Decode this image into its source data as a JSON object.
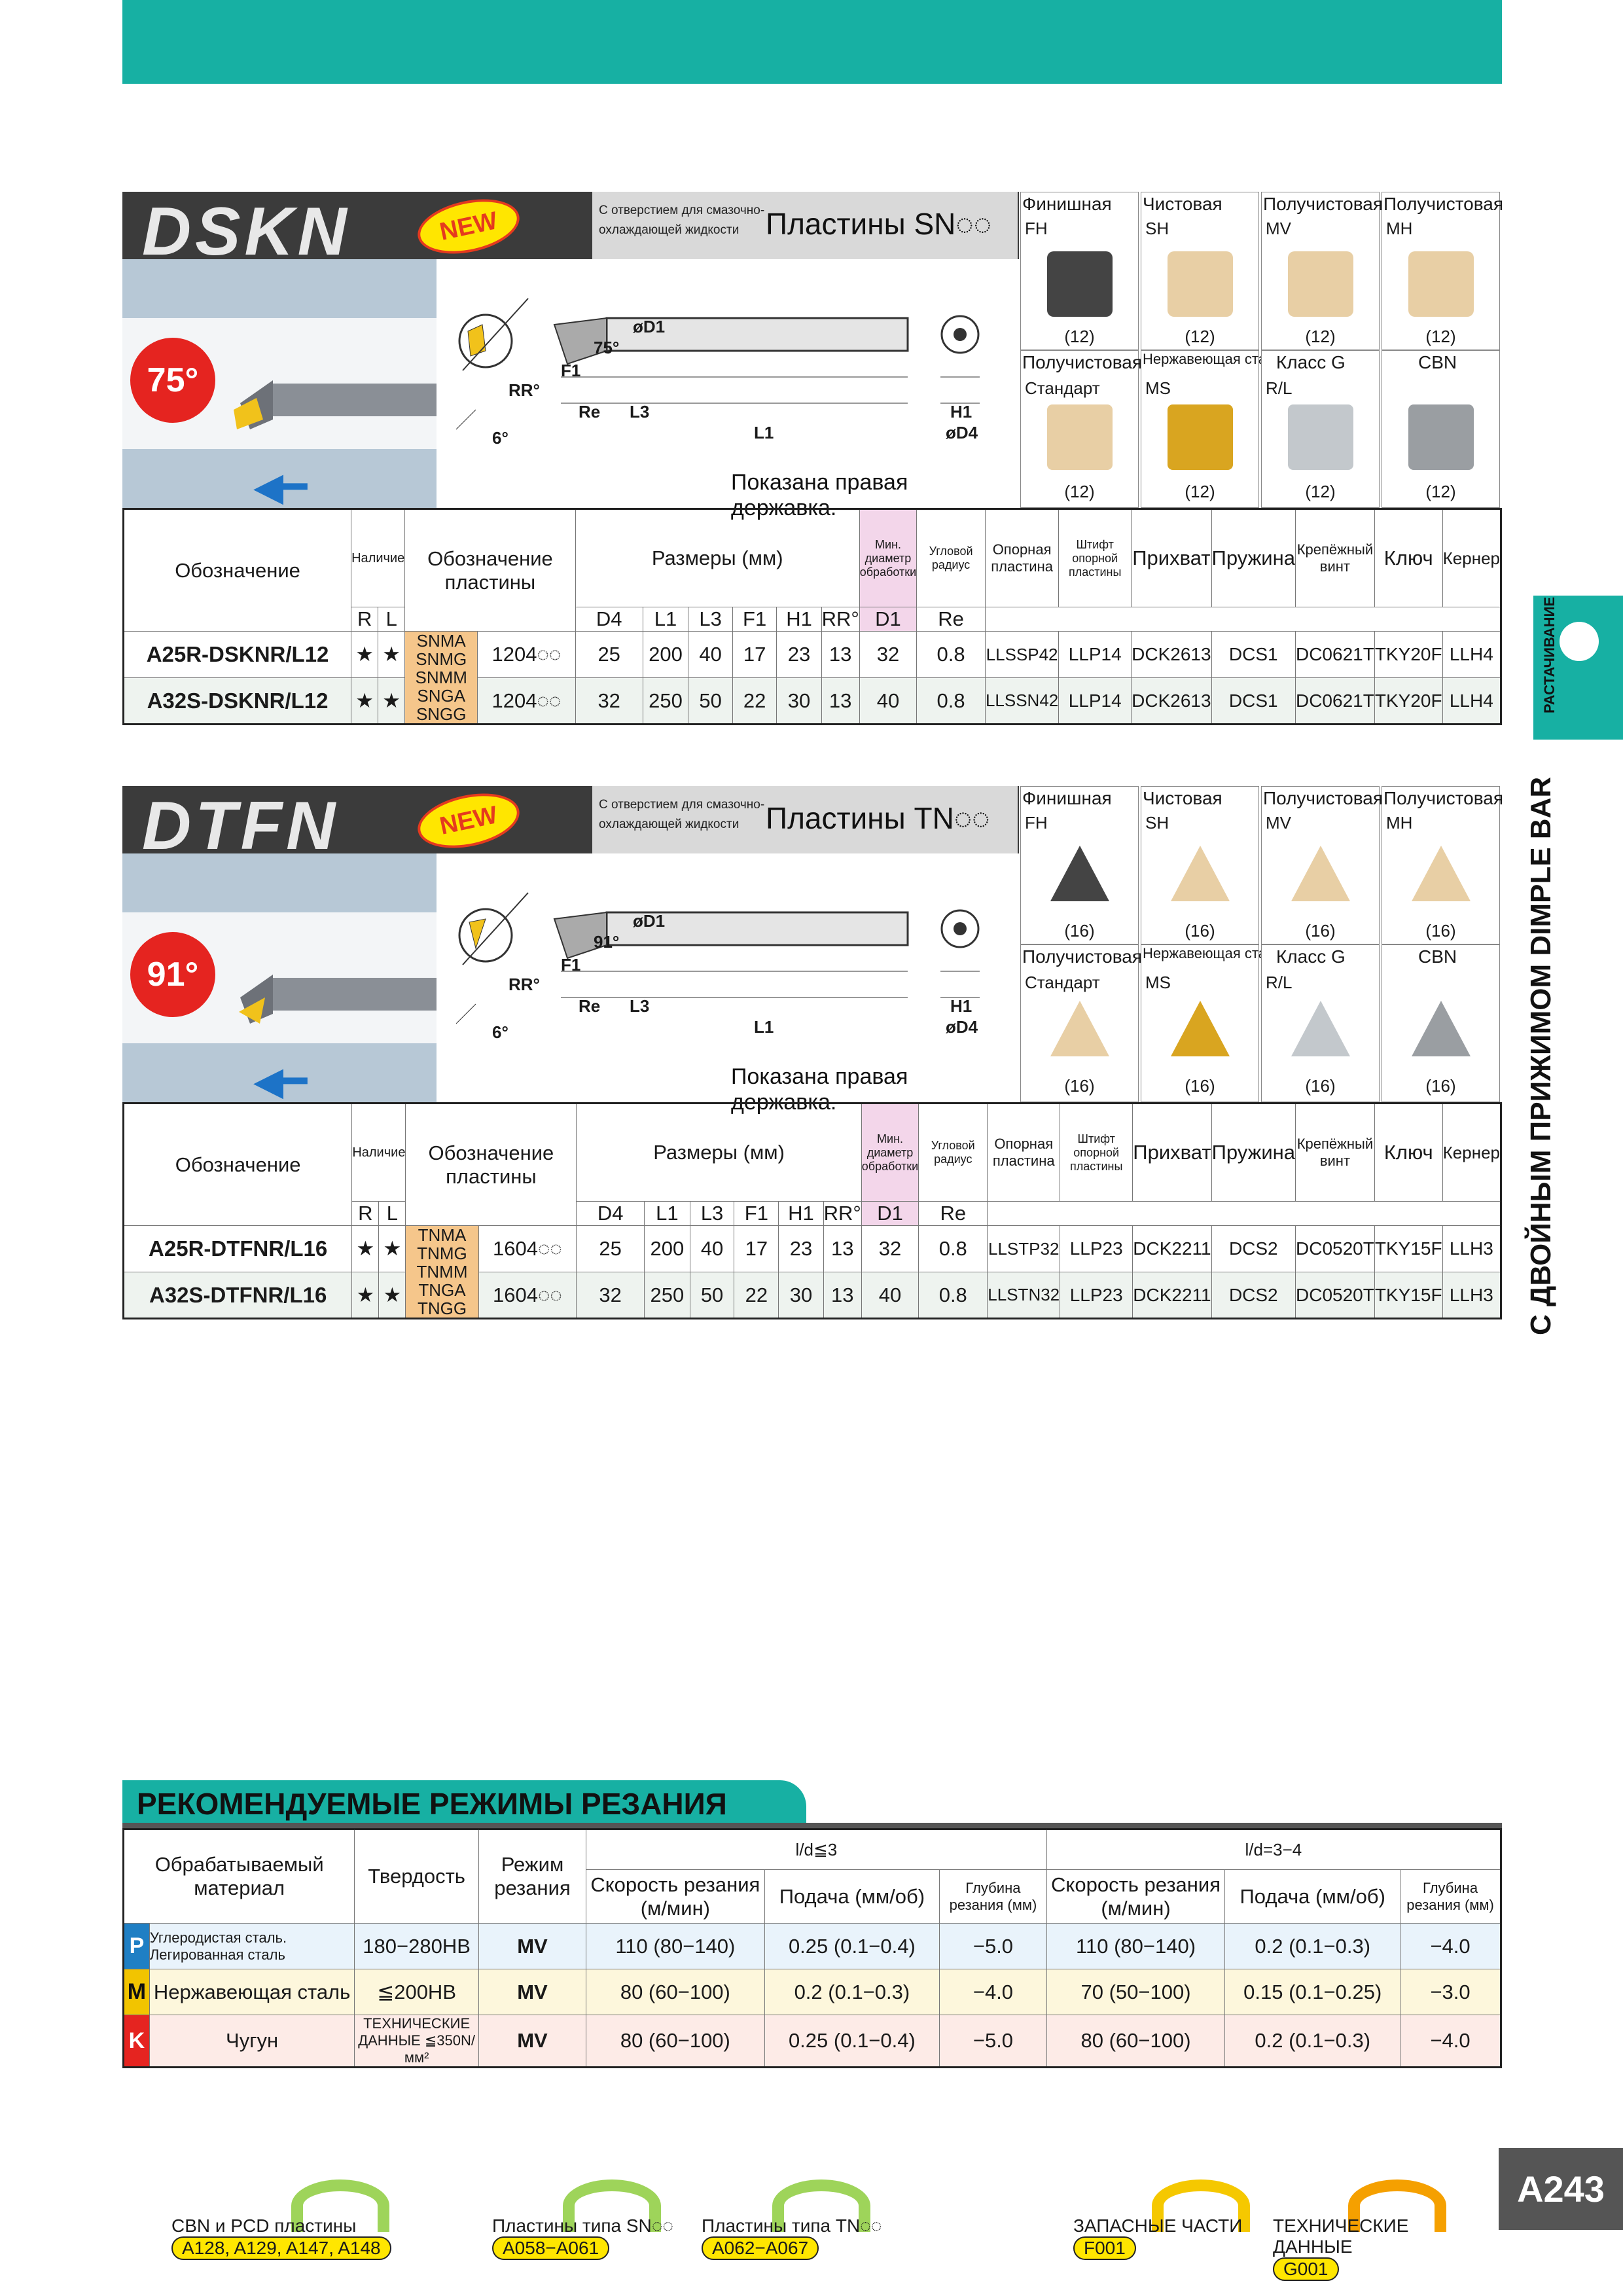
{
  "page_number": "A243",
  "side_tab": {
    "category": "РАСТАЧИВАНИЕ",
    "title": "С ДВОЙНЫМ ПРИЖИМОМ DIMPLE BAR"
  },
  "common": {
    "new_badge": "NEW",
    "coolant_note": "С отверстием для смазочно-охлаждающей жидкости",
    "right_holder_note": "Показана правая державка.",
    "dims": {
      "d1": "øD1",
      "f1": "F1",
      "rr": "RR°",
      "re": "Re",
      "l3": "L3",
      "l1": "L1",
      "h1": "H1",
      "d4": "øD4",
      "six": "6°"
    },
    "table_headers": {
      "designation": "Обозначение",
      "availability": "Наличие",
      "r": "R",
      "l": "L",
      "insert": "Обозначение пластины",
      "sizes": "Размеры (мм)",
      "min_bore": "Мин. диаметр обработки",
      "corner_radius": "Угловой радиус",
      "cols": [
        "D4",
        "L1",
        "L3",
        "F1",
        "H1",
        "RR°",
        "D1",
        "Re"
      ],
      "parts": [
        "Опорная пластина",
        "Штифт опорной пластины",
        "Прихват",
        "Пружина",
        "Крепёжный винт",
        "Ключ",
        "Кернер"
      ]
    },
    "insert_row1_caps": [
      "Финишная",
      "Чистовая",
      "Получистовая",
      "Получистовая"
    ],
    "insert_row1_codes": [
      "FH",
      "SH",
      "MV",
      "MH"
    ],
    "insert_row2_caps": [
      "Получистовая",
      "Нержавеющая сталь",
      "Класс G",
      "CBN"
    ],
    "insert_row2_codes": [
      "Стандарт",
      "MS",
      "R/L",
      ""
    ]
  },
  "sections": [
    {
      "name": "DSKN",
      "angle": "75°",
      "approach_angle": "75°",
      "inserts_title": "Пластины SN◌◌",
      "insert_count": "(12)",
      "rows": [
        {
          "code": "A25R-DSKNR/L12",
          "r": "★",
          "l": "★",
          "size": "1204◌◌",
          "d4": "25",
          "l1": "200",
          "l3": "40",
          "f1": "17",
          "h1": "23",
          "rr": "13",
          "d1": "32",
          "re": "0.8",
          "shim": "LLSSP42",
          "pin": "LLP14",
          "clamp": "DCK2613",
          "spring": "DCS1",
          "screw": "DC0621T",
          "key": "TKY20F",
          "punch": "LLH4"
        },
        {
          "code": "A32S-DSKNR/L12",
          "r": "★",
          "l": "★",
          "size": "1204◌◌",
          "d4": "32",
          "l1": "250",
          "l3": "50",
          "f1": "22",
          "h1": "30",
          "rr": "13",
          "d1": "40",
          "re": "0.8",
          "shim": "LLSSN42",
          "pin": "LLP14",
          "clamp": "DCK2613",
          "spring": "DCS1",
          "screw": "DC0621T",
          "key": "TKY20F",
          "punch": "LLH4"
        }
      ],
      "grades": [
        "SNMA",
        "SNMG",
        "SNMM",
        "SNGA",
        "SNGG"
      ]
    },
    {
      "name": "DTFN",
      "angle": "91°",
      "approach_angle": "91°",
      "inserts_title": "Пластины TN◌◌",
      "insert_count": "(16)",
      "rows": [
        {
          "code": "A25R-DTFNR/L16",
          "r": "★",
          "l": "★",
          "size": "1604◌◌",
          "d4": "25",
          "l1": "200",
          "l3": "40",
          "f1": "17",
          "h1": "23",
          "rr": "13",
          "d1": "32",
          "re": "0.8",
          "shim": "LLSTP32",
          "pin": "LLP23",
          "clamp": "DCK2211",
          "spring": "DCS2",
          "screw": "DC0520T",
          "key": "TKY15F",
          "punch": "LLH3"
        },
        {
          "code": "A32S-DTFNR/L16",
          "r": "★",
          "l": "★",
          "size": "1604◌◌",
          "d4": "32",
          "l1": "250",
          "l3": "50",
          "f1": "22",
          "h1": "30",
          "rr": "13",
          "d1": "40",
          "re": "0.8",
          "shim": "LLSTN32",
          "pin": "LLP23",
          "clamp": "DCK2211",
          "spring": "DCS2",
          "screw": "DC0520T",
          "key": "TKY15F",
          "punch": "LLH3"
        }
      ],
      "grades": [
        "TNMA",
        "TNMG",
        "TNMM",
        "TNGA",
        "TNGG"
      ]
    }
  ],
  "recommended": {
    "title": "РЕКОМЕНДУЕМЫЕ РЕЖИМЫ РЕЗАНИЯ",
    "headers": {
      "material": "Обрабатываемый материал",
      "hardness": "Твердость",
      "mode": "Режим резания",
      "group1": "l/d≦3",
      "group2": "l/d=3−4",
      "speed": "Скорость резания (м/мин)",
      "feed": "Подача (мм/об)",
      "depth": "Глубина резания (мм)"
    },
    "rows": [
      {
        "group": "P",
        "color": "#1f7fc4",
        "bg": "#e9f3fb",
        "material": "Углеродистая сталь. Легированная сталь",
        "hardness": "180−280HB",
        "mode": "MV",
        "v1": "110 (80−140)",
        "f1": "0.25 (0.1−0.4)",
        "d1": "−5.0",
        "v2": "110 (80−140)",
        "f2": "0.2 (0.1−0.3)",
        "d2": "−4.0"
      },
      {
        "group": "M",
        "color": "#f2c400",
        "bg": "#fdf7dc",
        "material": "Нержавеющая сталь",
        "hardness": "≦200HB",
        "mode": "MV",
        "v1": "80 (60−100)",
        "f1": "0.2 (0.1−0.3)",
        "d1": "−4.0",
        "v2": "70 (50−100)",
        "f2": "0.15 (0.1−0.25)",
        "d2": "−3.0"
      },
      {
        "group": "K",
        "color": "#e52420",
        "bg": "#fdebe7",
        "material": "Чугун",
        "hardness": "ТЕХНИЧЕСКИЕ ДАННЫЕ ≦350N/мм²",
        "mode": "MV",
        "v1": "80 (60−100)",
        "f1": "0.25 (0.1−0.4)",
        "d1": "−5.0",
        "v2": "80 (60−100)",
        "f2": "0.2 (0.1−0.3)",
        "d2": "−4.0"
      }
    ]
  },
  "footer": [
    {
      "label": "CBN и PCD пластины",
      "ref": "A128, A129, A147, A148",
      "arrow_color": "#9ed45a"
    },
    {
      "label": "Пластины типа SN◌◌",
      "ref": "A058−A061",
      "arrow_color": "#9ed45a"
    },
    {
      "label": "Пластины типа TN◌◌",
      "ref": "A062−A067",
      "arrow_color": "#9ed45a"
    },
    {
      "label": "ЗАПАСНЫЕ ЧАСТИ",
      "ref": "F001",
      "arrow_color": "#f5c800"
    },
    {
      "label": "ТЕХНИЧЕСКИЕ ДАННЫЕ",
      "ref": "G001",
      "arrow_color": "#f5a000"
    }
  ],
  "colors": {
    "teal": "#17b0a3",
    "header_dark": "#3b3b3b",
    "badge_red": "#e52420",
    "grade_orange": "#f5c68b",
    "highlight_pink": "#f3d6ea"
  }
}
